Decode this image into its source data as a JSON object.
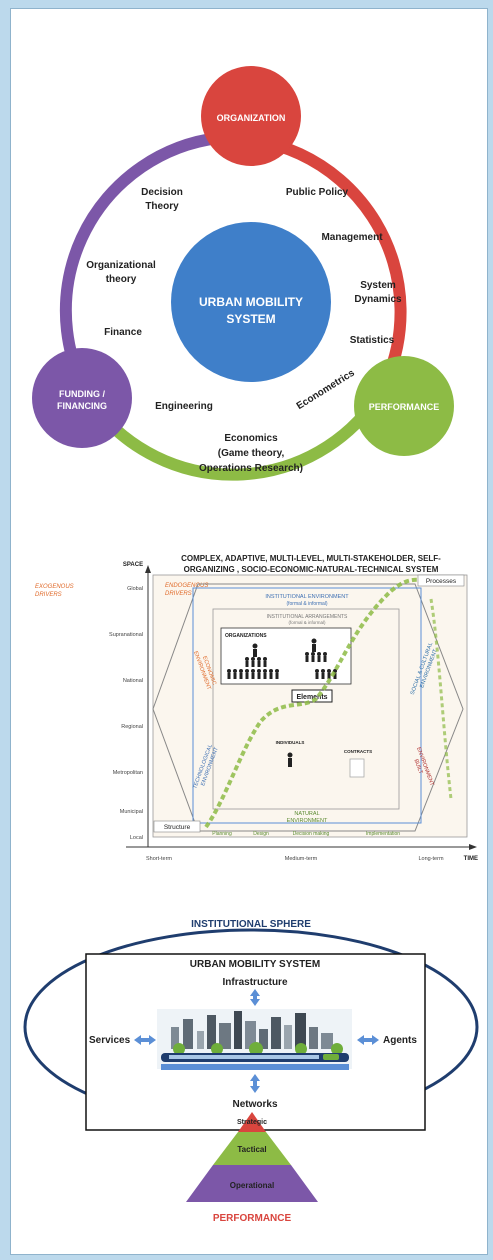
{
  "wheel": {
    "nodes": {
      "organization": "ORGANIZATION",
      "funding_line1": "FUNDING /",
      "funding_line2": "FINANCING",
      "performance": "PERFORMANCE"
    },
    "center_line1": "URBAN MOBILITY",
    "center_line2": "SYSTEM",
    "disciplines": {
      "decision_theory_1": "Decision",
      "decision_theory_2": "Theory",
      "public_policy": "Public Policy",
      "management": "Management",
      "org_theory_1": "Organizational",
      "org_theory_2": "theory",
      "system_dynamics_1": "System",
      "system_dynamics_2": "Dynamics",
      "finance": "Finance",
      "statistics": "Statistics",
      "econometrics": "Econometrics",
      "engineering": "Engineering",
      "economics_1": "Economics",
      "economics_2": "(Game theory,",
      "economics_3": "Operations Research)"
    },
    "colors": {
      "organization": "#d9453e",
      "funding": "#7c57a8",
      "performance": "#8dbb45",
      "center": "#3f7fc9"
    }
  },
  "complex": {
    "title_line1": "COMPLEX, ADAPTIVE, MULTI-LEVEL, MULTI-STAKEHOLDER, SELF-",
    "title_line2": "ORGANIZING , SOCIO-ECONOMIC-NATURAL-TECHNICAL SYSTEM",
    "space_label": "SPACE",
    "time_label": "TIME",
    "exo_1": "EXOGENOUS",
    "exo_2": "DRIVERS",
    "endo_1": "ENDOGENOUS",
    "endo_2": "DRIVERS",
    "space_levels": [
      "Global",
      "Supranational",
      "National",
      "Regional",
      "Metropolitan",
      "Municipal",
      "Local"
    ],
    "time_levels": [
      "Short-term",
      "Medium-term",
      "Long-term"
    ],
    "institutional_env_1": "INSTITUTIONAL ENVIRONMENT",
    "institutional_env_2": "(formal & informal)",
    "institutional_arr_1": "INSTITUTIONAL ARRANGEMENTS",
    "institutional_arr_2": "(formal & informal)",
    "organizations": "ORGANIZATIONS",
    "individuals": "INDIVIDUALS",
    "contracts": "CONTRACTS",
    "elements": "Elements",
    "processes": "Processes",
    "structure": "Structure",
    "economic_env_1": "ECONOMIC",
    "economic_env_2": "ENVIRONMENT",
    "technological_env_1": "TECHNOLOGICAL",
    "technological_env_2": "ENVIRONMENT",
    "social_env_1": "SOCIAL & CULTURAL",
    "social_env_2": "ENVIRONMENT",
    "built_env_1": "BUILT",
    "built_env_2": "ENVIRONMENT",
    "natural_env_1": "NATURAL",
    "natural_env_2": "ENVIRONMENT",
    "phases": [
      "Planning",
      "Design",
      "Decision making",
      "Implementation"
    ]
  },
  "sphere": {
    "institutional_sphere": "INSTITUTIONAL SPHERE",
    "ums_title": "URBAN MOBILITY SYSTEM",
    "infrastructure": "Infrastructure",
    "services": "Services",
    "agents": "Agents",
    "networks": "Networks",
    "strategic": "Strategic",
    "tactical": "Tactical",
    "operational": "Operational",
    "performance": "PERFORMANCE",
    "colors": {
      "ellipse": "#1f3d6e",
      "strategic": "#d9453e",
      "tactical": "#8dbb45",
      "operational": "#7c57a8",
      "performance": "#d9453e",
      "arrow": "#5b8fd6"
    }
  }
}
